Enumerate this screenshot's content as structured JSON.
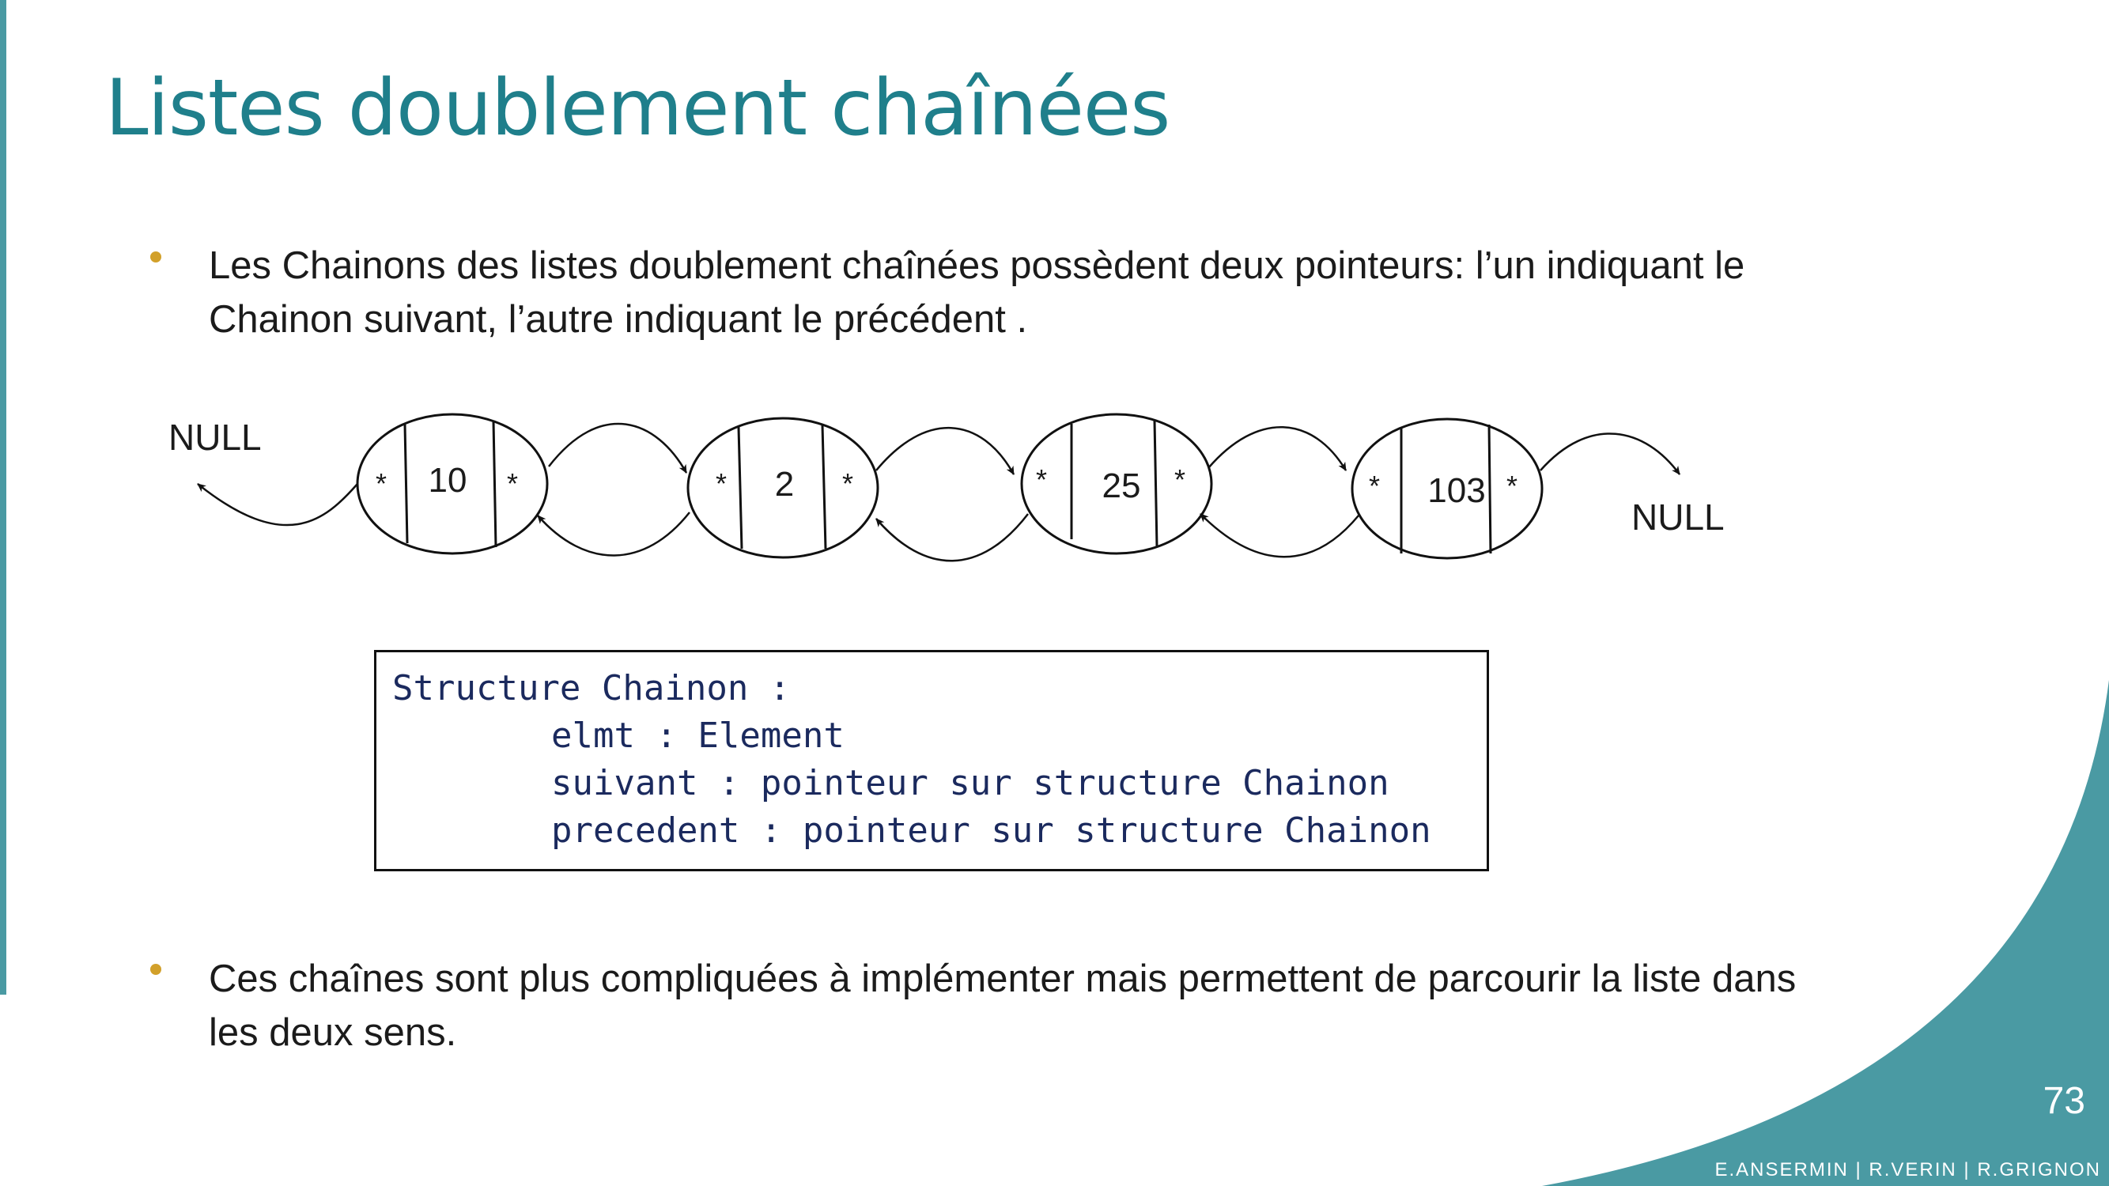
{
  "slide": {
    "title": "Listes doublement chaînées",
    "page_number": "73",
    "footer": "E.ANSERMIN | R.VERIN | R.GRIGNON",
    "accent_color": "#4a9aa3",
    "title_color": "#1f7f8b",
    "bullet_color": "#d2a02a"
  },
  "bullets": [
    {
      "line1": "Les Chainons des listes doublement chaînées possèdent deux pointeurs: l’un indiquant le",
      "line2": "Chainon suivant, l’autre indiquant le précédent ."
    },
    {
      "line1": "Ces chaînes sont plus compliquées à implémenter mais permettent de parcourir la liste dans",
      "line2": "les deux sens."
    }
  ],
  "diagram": {
    "null_left": "NULL",
    "null_right": "NULL",
    "pointer_symbol": "*",
    "nodes": [
      {
        "value": "10"
      },
      {
        "value": "2"
      },
      {
        "value": "25"
      },
      {
        "value": "103"
      }
    ]
  },
  "code": {
    "lines": [
      "Structure Chainon :",
      "elmt : Element",
      "suivant : pointeur sur structure Chainon",
      "precedent : pointeur sur structure Chainon"
    ]
  }
}
